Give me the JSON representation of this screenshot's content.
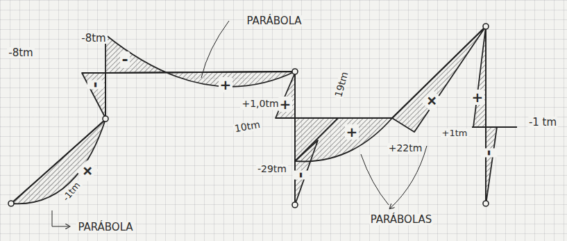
{
  "diagram": {
    "labels": [
      "-8tm",
      "-8tm",
      "PARÁBOLA",
      "-",
      "-",
      "+",
      "+1,0tm",
      "+",
      "10tm",
      "19tm",
      "+",
      "-29tm",
      "-",
      "+22tm",
      "+",
      "+",
      "+1tm",
      "-1 tm",
      "-",
      "+",
      "-1tm",
      "PARÁBOLA",
      "PARÁBOLAS"
    ]
  }
}
